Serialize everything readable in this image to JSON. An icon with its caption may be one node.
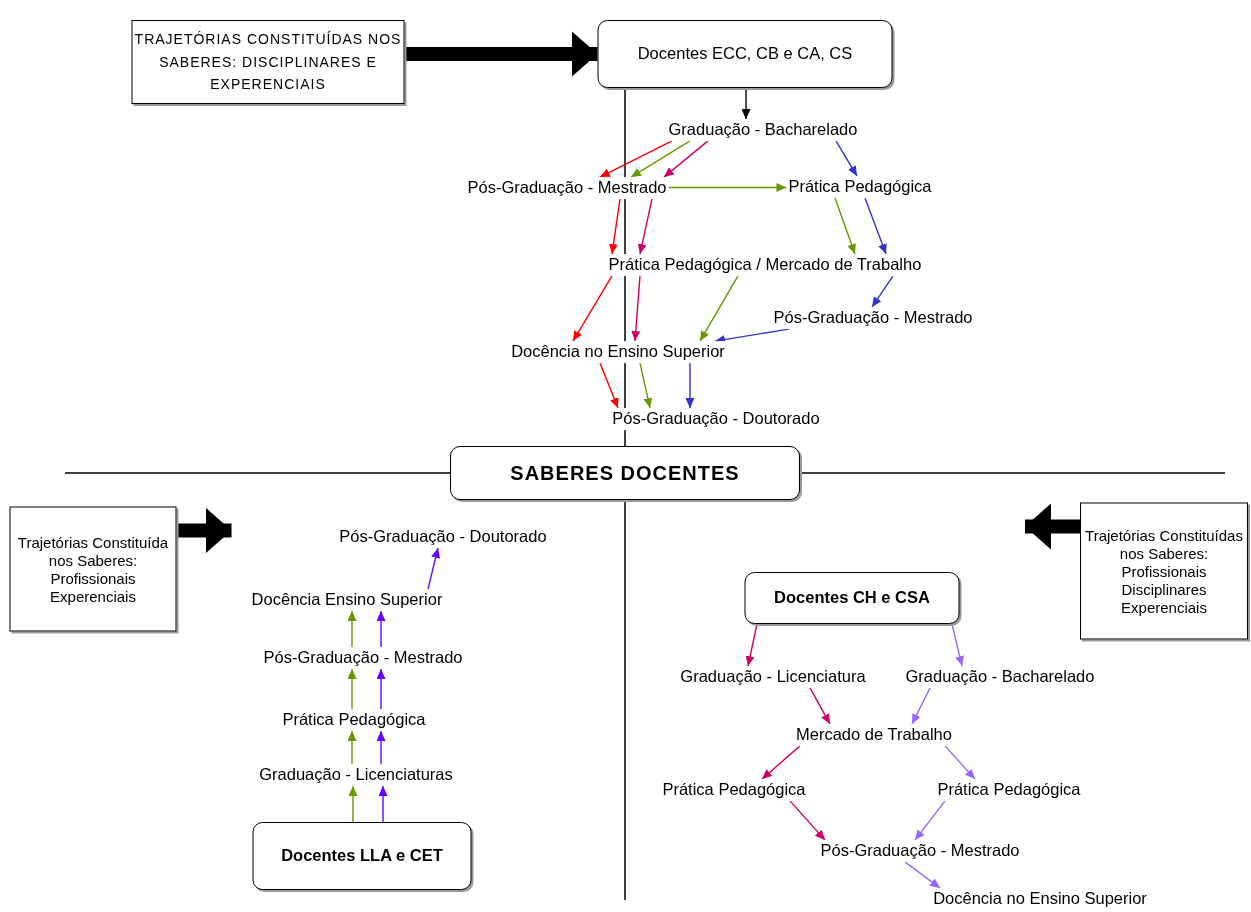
{
  "diagram": {
    "nodes": [
      {
        "text": [
          "TRAJETÓRIAS CONSTITUÍDAS NOS SABERES: DISCIPLINARES E EXPERENCIAIS"
        ]
      },
      {
        "text": [
          "Docentes ECC, CB e CA, CS"
        ]
      },
      {
        "text": [
          "Graduação - Bacharelado"
        ]
      },
      {
        "text": [
          "Pós-Graduação - Mestrado"
        ]
      },
      {
        "text": [
          "Prática Pedagógica"
        ]
      },
      {
        "text": [
          "Prática Pedagógica / Mercado de Trabalho"
        ]
      },
      {
        "text": [
          "Pós-Graduação - Mestrado"
        ]
      },
      {
        "text": [
          "Docência no Ensino Superior"
        ]
      },
      {
        "text": [
          "Pós-Graduação - Doutorado"
        ]
      },
      {
        "text": [
          "SABERES DOCENTES"
        ]
      },
      {
        "text": [
          "Trajetórias Constituída nos Saberes: Profissionais Experenciais"
        ]
      },
      {
        "text": [
          "Pós-Graduação - Doutorado"
        ]
      },
      {
        "text": [
          "Docência Ensino Superior"
        ]
      },
      {
        "text": [
          "Pós-Graduação - Mestrado"
        ]
      },
      {
        "text": [
          "Prática Pedagógica"
        ]
      },
      {
        "text": [
          "Graduação - Licenciaturas"
        ]
      },
      {
        "text": [
          "Docentes LLA e CET"
        ]
      },
      {
        "text": [
          "Trajetórias Constituídas nos Saberes: Profissionais Disciplinares Experenciais"
        ]
      },
      {
        "text": [
          "Docentes CH e CSA"
        ]
      },
      {
        "text": [
          "Graduação - Licenciatura"
        ]
      },
      {
        "text": [
          "Graduação - Bacharelado"
        ]
      },
      {
        "text": [
          "Mercado de Trabalho"
        ]
      },
      {
        "text": [
          "Prática Pedagógica"
        ]
      },
      {
        "text": [
          "Prática Pedagógica"
        ]
      },
      {
        "text": [
          "Pós-Graduação - Mestrado"
        ]
      },
      {
        "text": [
          "Docência no Ensino Superior"
        ]
      }
    ],
    "edges": [
      {
        "from": 0,
        "to": 1,
        "arrow": "to",
        "style": "thick",
        "color": "#000000"
      },
      {
        "from": 10,
        "to": null,
        "arrow": "to",
        "style": "thick",
        "color": "#000000"
      },
      {
        "from": 17,
        "to": null,
        "arrow": "to",
        "style": "thick",
        "color": "#000000"
      },
      {
        "from": 1,
        "to": 2,
        "arrow": "to",
        "color": "#000000"
      },
      {
        "from": 2,
        "to": 3,
        "arrow": "to",
        "color": "#ff0000"
      },
      {
        "from": 2,
        "to": 3,
        "arrow": "to",
        "color": "#669900"
      },
      {
        "from": 2,
        "to": 3,
        "arrow": "to",
        "color": "#cc0066"
      },
      {
        "from": 2,
        "to": 4,
        "arrow": "to",
        "color": "#3333cc"
      },
      {
        "from": 3,
        "to": 4,
        "arrow": "to",
        "color": "#669900"
      },
      {
        "from": 3,
        "to": 5,
        "arrow": "to",
        "color": "#ff0000"
      },
      {
        "from": 3,
        "to": 5,
        "arrow": "to",
        "color": "#cc0066"
      },
      {
        "from": 4,
        "to": 5,
        "arrow": "to",
        "color": "#669900"
      },
      {
        "from": 4,
        "to": 5,
        "arrow": "to",
        "color": "#3333cc"
      },
      {
        "from": 5,
        "to": 6,
        "arrow": "to",
        "color": "#3333cc"
      },
      {
        "from": 5,
        "to": 7,
        "arrow": "to",
        "color": "#ff0000"
      },
      {
        "from": 5,
        "to": 7,
        "arrow": "to",
        "color": "#cc0066"
      },
      {
        "from": 5,
        "to": 7,
        "arrow": "to",
        "color": "#669900"
      },
      {
        "from": 6,
        "to": 7,
        "arrow": "to",
        "color": "#3333cc"
      },
      {
        "from": 7,
        "to": 8,
        "arrow": "to",
        "color": "#ff0000"
      },
      {
        "from": 7,
        "to": 8,
        "arrow": "to",
        "color": "#669900"
      },
      {
        "from": 7,
        "to": 8,
        "arrow": "to",
        "color": "#3333cc"
      },
      {
        "from": 16,
        "to": 15,
        "arrow": "to",
        "color": "#669900"
      },
      {
        "from": 16,
        "to": 15,
        "arrow": "to",
        "color": "#6600ff"
      },
      {
        "from": 15,
        "to": 14,
        "arrow": "to",
        "color": "#669900"
      },
      {
        "from": 15,
        "to": 14,
        "arrow": "to",
        "color": "#6600ff"
      },
      {
        "from": 14,
        "to": 13,
        "arrow": "to",
        "color": "#669900"
      },
      {
        "from": 14,
        "to": 13,
        "arrow": "to",
        "color": "#6600ff"
      },
      {
        "from": 13,
        "to": 12,
        "arrow": "to",
        "color": "#669900"
      },
      {
        "from": 13,
        "to": 12,
        "arrow": "to",
        "color": "#6600ff"
      },
      {
        "from": 12,
        "to": 11,
        "arrow": "to",
        "color": "#6600ff"
      },
      {
        "from": 18,
        "to": 19,
        "arrow": "to",
        "color": "#cc0066"
      },
      {
        "from": 18,
        "to": 20,
        "arrow": "to",
        "color": "#9966ff"
      },
      {
        "from": 19,
        "to": 21,
        "arrow": "to",
        "color": "#cc0066"
      },
      {
        "from": 20,
        "to": 21,
        "arrow": "to",
        "color": "#9966ff"
      },
      {
        "from": 21,
        "to": 22,
        "arrow": "to",
        "color": "#cc0066"
      },
      {
        "from": 21,
        "to": 23,
        "arrow": "to",
        "color": "#9966ff"
      },
      {
        "from": 22,
        "to": 24,
        "arrow": "to",
        "color": "#cc0066"
      },
      {
        "from": 23,
        "to": 24,
        "arrow": "to",
        "color": "#9966ff"
      },
      {
        "from": 24,
        "to": 25,
        "arrow": "to",
        "color": "#9966ff"
      }
    ]
  }
}
